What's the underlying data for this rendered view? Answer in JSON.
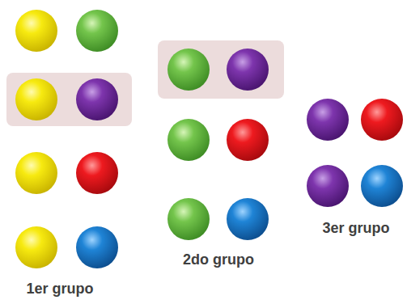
{
  "diagram": {
    "labels": [
      "1er grupo",
      "2do grupo",
      "3er grupo"
    ]
  }
}
